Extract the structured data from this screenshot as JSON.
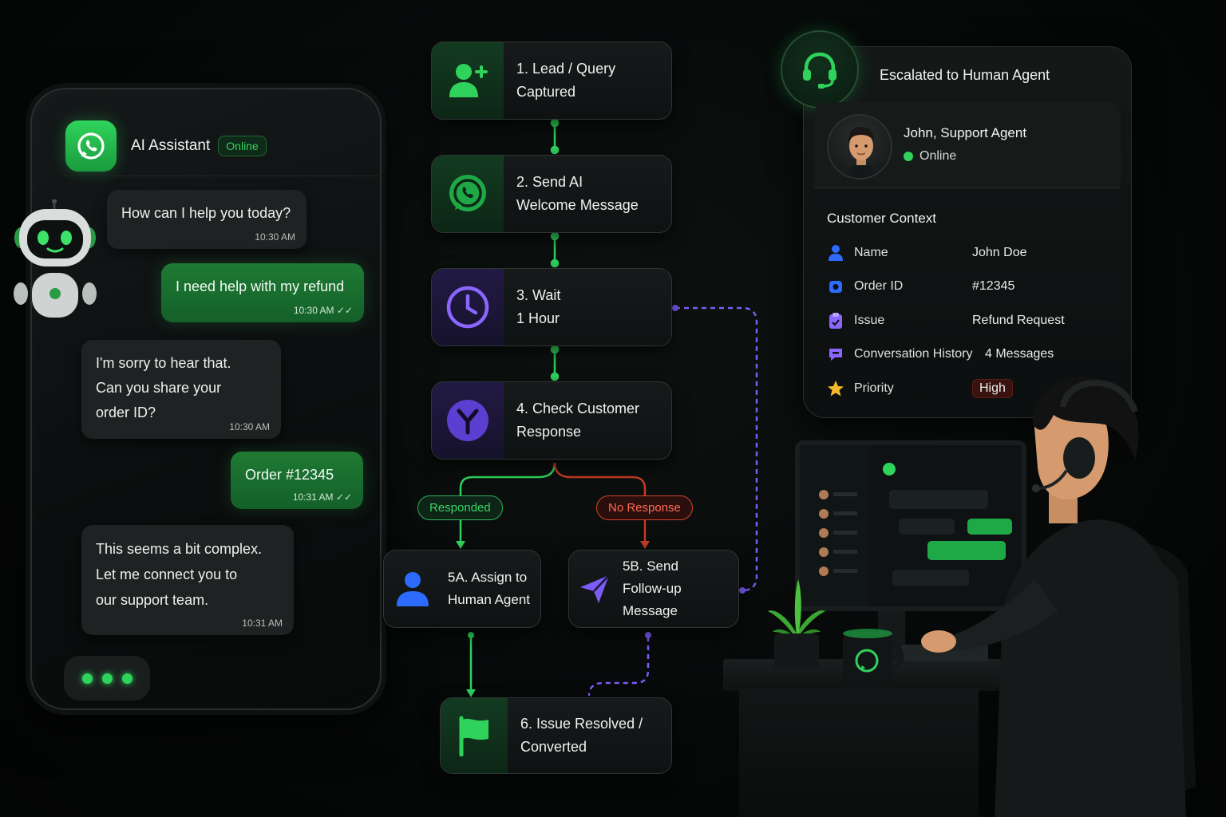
{
  "chat": {
    "title": "AI Assistant",
    "status": "Online",
    "messages": [
      {
        "dir": "in",
        "text": "How can I help you today?",
        "time": "10:30 AM"
      },
      {
        "dir": "out",
        "text": "I need help with my refund",
        "time": "10:30 AM"
      },
      {
        "dir": "in",
        "lines": [
          "I'm sorry to hear that.",
          "Can you share your",
          "order ID?"
        ],
        "time": "10:30 AM"
      },
      {
        "dir": "out",
        "text": "Order #12345",
        "time": "10:31 AM"
      },
      {
        "dir": "in",
        "lines": [
          "This seems a bit complex.",
          "Let me connect you to",
          "our support team."
        ],
        "time": "10:31 AM"
      }
    ]
  },
  "flow": {
    "nodes": [
      {
        "id": "n1",
        "lines": [
          "1. Lead / Query",
          "Captured"
        ],
        "icon": "user-add-icon"
      },
      {
        "id": "n2",
        "lines": [
          "2. Send AI",
          "Welcome Message"
        ],
        "icon": "whatsapp-icon"
      },
      {
        "id": "n3",
        "lines": [
          "3. Wait",
          "1 Hour"
        ],
        "icon": "clock-icon"
      },
      {
        "id": "n4",
        "lines": [
          "4. Check Customer",
          "Response"
        ],
        "icon": "branch-icon"
      },
      {
        "id": "n5a",
        "lines": [
          "5A. Assign to",
          "Human Agent"
        ],
        "icon": "person-icon"
      },
      {
        "id": "n5b",
        "lines": [
          "5B. Send",
          "Follow-up Message"
        ],
        "icon": "send-icon"
      },
      {
        "id": "n6",
        "lines": [
          "6. Issue Resolved /",
          "Converted"
        ],
        "icon": "flag-icon"
      }
    ],
    "branches": {
      "yes": "Responded",
      "no": "No Response"
    }
  },
  "escalation": {
    "title": "Escalated to Human Agent",
    "agent": {
      "name": "John, Support Agent",
      "status": "Online"
    },
    "context_title": "Customer Context",
    "context": [
      {
        "key": "Name",
        "value": "John Doe",
        "icon": "person-icon"
      },
      {
        "key": "Order ID",
        "value": "#12345",
        "icon": "box-icon"
      },
      {
        "key": "Issue",
        "value": "Refund Request",
        "icon": "clipboard-icon"
      },
      {
        "key": "Conversation History",
        "value": "4 Messages",
        "icon": "chat-icon"
      },
      {
        "key": "Priority",
        "value": "High",
        "icon": "star-icon"
      }
    ]
  },
  "colors": {
    "accent_green": "#2fd35c",
    "accent_purple": "#7b5cf5",
    "danger": "#ff4c3b"
  }
}
